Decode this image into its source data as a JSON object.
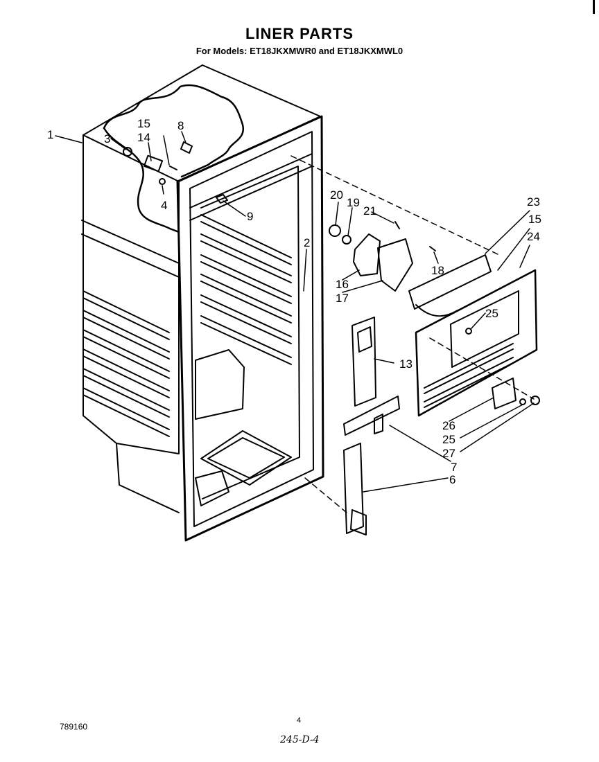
{
  "header": {
    "title": "LINER PARTS",
    "subtitle": "For Models: ET18JKXMWR0 and ET18JKXMWL0"
  },
  "callouts": {
    "c1": "1",
    "c2": "2",
    "c3": "3",
    "c4": "4",
    "c6": "6",
    "c7": "7",
    "c8": "8",
    "c9": "9",
    "c13": "13",
    "c14": "14",
    "c15a": "15",
    "c15b": "15",
    "c16": "16",
    "c17": "17",
    "c18": "18",
    "c19": "19",
    "c20": "20",
    "c21": "21",
    "c23": "23",
    "c24": "24",
    "c25a": "25",
    "c25b": "25",
    "c26": "26",
    "c27": "27"
  },
  "footer": {
    "drawing_number": "789160",
    "page_number": "4",
    "handwritten_ref": "245-D-4"
  }
}
